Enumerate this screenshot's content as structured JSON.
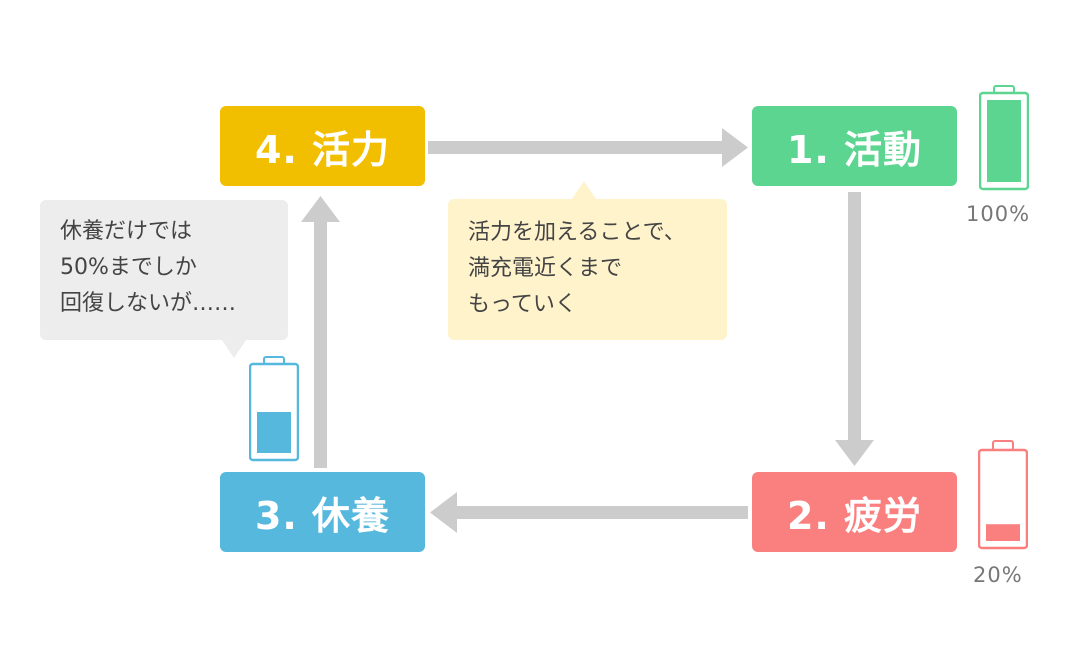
{
  "steps": {
    "activity": {
      "label": "1. 活動",
      "color": "#5cd590"
    },
    "fatigue": {
      "label": "2. 疲労",
      "color": "#fa7f7f"
    },
    "rest": {
      "label": "3. 休養",
      "color": "#56b8dc"
    },
    "vitality": {
      "label": "4. 活力",
      "color": "#f2bf00"
    }
  },
  "batteries": {
    "activity": {
      "label": "100%",
      "level": 1.0,
      "color": "#5cd590"
    },
    "fatigue": {
      "label": "20%",
      "level": 0.2,
      "color": "#fa7f7f"
    },
    "rest": {
      "label": "",
      "level": 0.5,
      "color": "#56b8dc"
    }
  },
  "bubbles": {
    "rest_note": {
      "lines": [
        "休養だけでは",
        "50%までしか",
        "回復しないが……"
      ]
    },
    "vitality_note": {
      "lines": [
        "活力を加えることで、",
        "満充電近くまで",
        "もっていく"
      ]
    }
  },
  "colors": {
    "arrow": "#cccccc",
    "rest_bubble": "#ededed",
    "vitality_bubble": "#fff3cc"
  }
}
